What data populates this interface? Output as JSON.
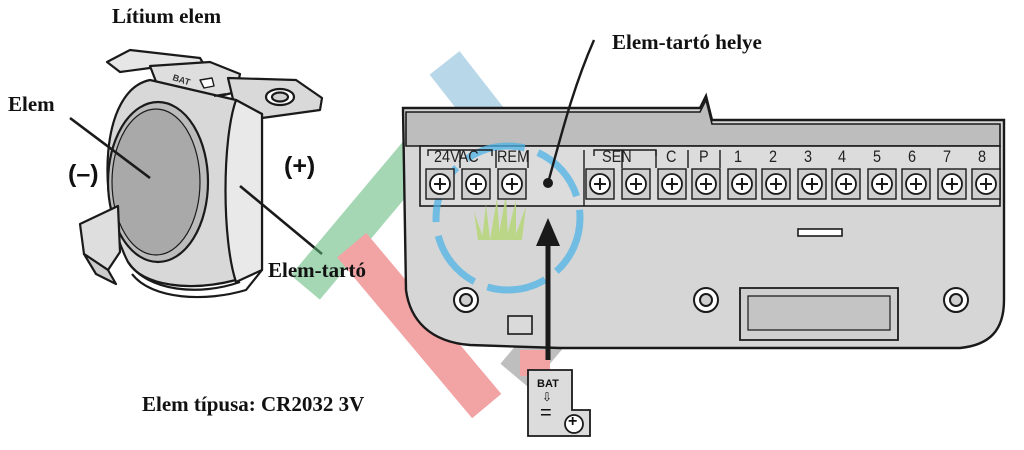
{
  "labels": {
    "title": "Lítium elem",
    "battery": "Elem",
    "minus": "(–)",
    "plus": "(+)",
    "holder": "Elem-tartó",
    "holder_location": "Elem-tartó helye",
    "battery_type": "Elem típusa: CR2032 3V"
  },
  "holder_plate": {
    "bat": "BAT",
    "arrow": "⇩",
    "minus_mark": "=",
    "plus_mark": "+"
  },
  "holder_top_mark": "BAT",
  "terminals": {
    "group_24vac": "24VAC",
    "rem": "REM",
    "sen": "SEN",
    "c": "C",
    "p": "P",
    "zones": [
      "1",
      "2",
      "3",
      "4",
      "5",
      "6",
      "7",
      "8"
    ]
  },
  "colors": {
    "ink": "#1a1a1a",
    "panel_fill": "#d3d3d3",
    "panel_top": "#bdbdbd",
    "watermark_blue": "#4db3e6",
    "watermark_green": "#5cb87a",
    "watermark_red": "#e8585a",
    "watermark_gray": "#8a8a8a",
    "watermark_teal": "#7fb8d8",
    "grass": "#b8d67a"
  }
}
